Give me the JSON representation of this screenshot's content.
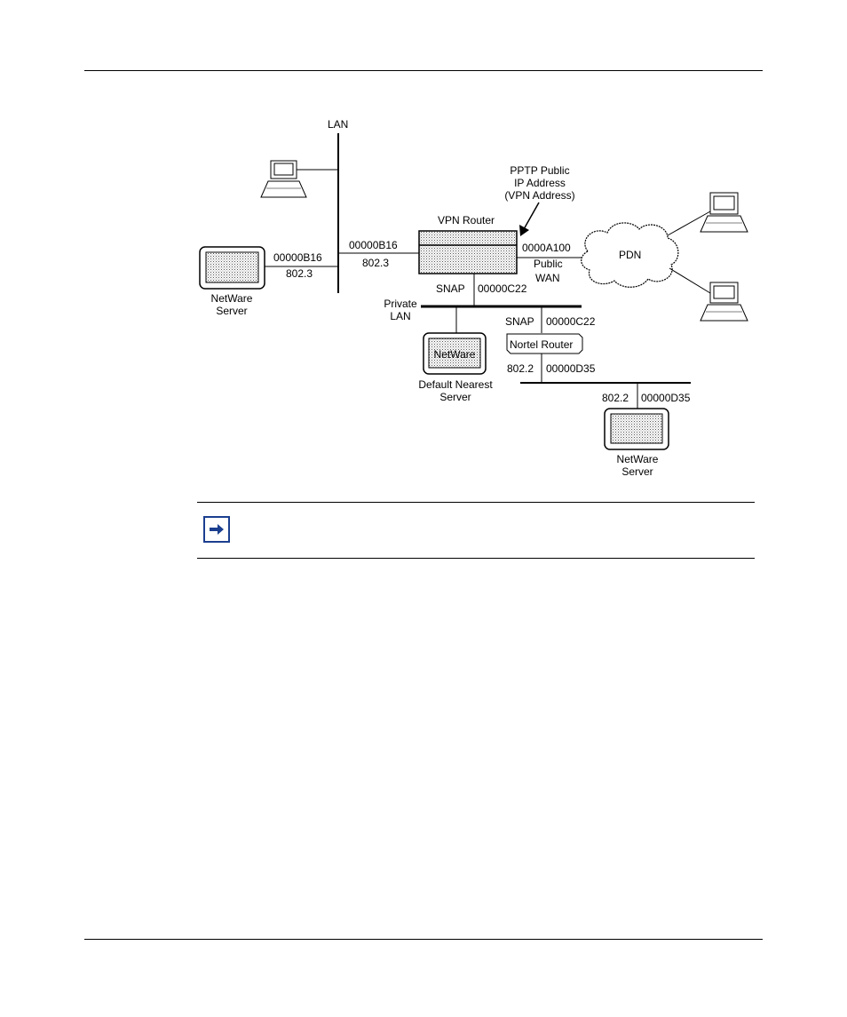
{
  "diagram": {
    "lan_label": "LAN",
    "pptp_label_line1": "PPTP Public",
    "pptp_label_line2": "IP Address",
    "pptp_label_line3": "(VPN Address)",
    "vpn_router_label": "VPN Router",
    "left_server_net": "00000B16",
    "left_server_frame": "802.3",
    "router_lan_net": "00000B16",
    "router_lan_frame": "802.3",
    "wan_net": "0000A100",
    "wan_label_line1": "Public",
    "wan_label_line2": "WAN",
    "pdn_label": "PDN",
    "left_server_line1": "NetWare",
    "left_server_line2": "Server",
    "private_lan_frame": "SNAP",
    "private_lan_net": "00000C22",
    "private_lan_line1": "Private",
    "private_lan_line2": "LAN",
    "nearest_screen_text": "NetWare",
    "nearest_line1": "Default Nearest",
    "nearest_line2": "Server",
    "nortel_frame_top": "SNAP",
    "nortel_net_top": "00000C22",
    "nortel_router_label": "Nortel Router",
    "nortel_frame_bottom": "802.2",
    "nortel_net_bottom": "00000D35",
    "right_server_frame": "802.2",
    "right_server_net": "00000D35",
    "right_server_line1": "NetWare",
    "right_server_line2": "Server"
  },
  "note": {
    "icon": "arrow-right-icon",
    "accent_color": "#1b3f8f"
  }
}
